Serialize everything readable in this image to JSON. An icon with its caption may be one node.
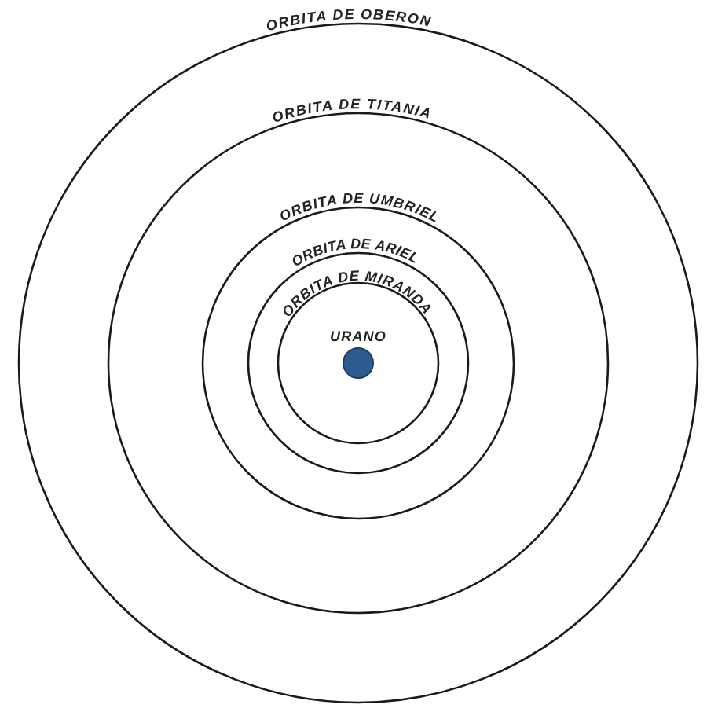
{
  "diagram": {
    "nodes": [
      {
        "text": [
          "ORBITA DE OBERON"
        ]
      },
      {
        "text": [
          "ORBITA DE TITANIA"
        ],
        "in": 0
      },
      {
        "text": [
          "ORBITA DE UMBRIEL"
        ],
        "in": 1
      },
      {
        "text": [
          "ORBITA DE ARIEL"
        ],
        "in": 2
      },
      {
        "text": [
          "ORBITA DE MIRANDA"
        ],
        "in": 3
      },
      {
        "text": [
          "URANO"
        ],
        "in": 4
      }
    ]
  }
}
